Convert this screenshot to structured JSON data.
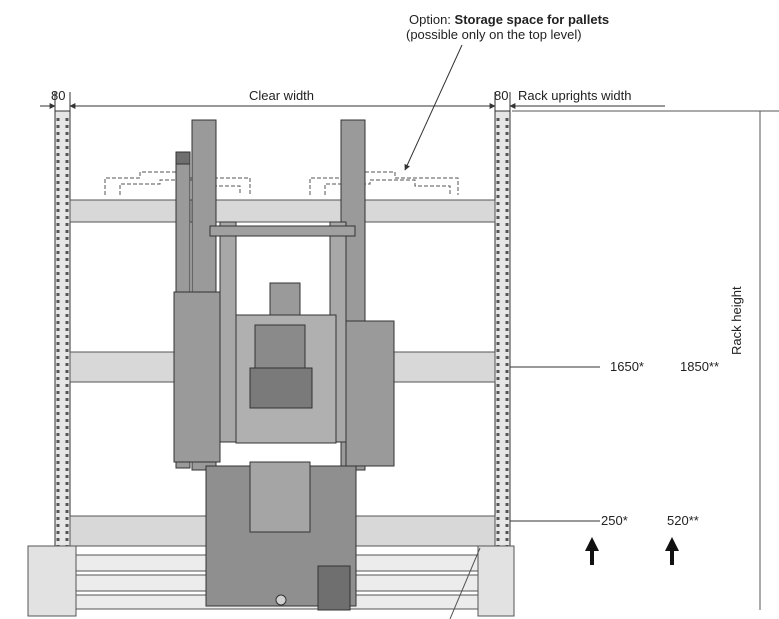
{
  "option": {
    "prefix": "Option:",
    "title": "Storage space for pallets",
    "subtitle": "(possible only on the top level)"
  },
  "dimensions": {
    "left_post": "80",
    "clear_width": "Clear width",
    "right_post": "80",
    "rack_uprights_width": "Rack uprights width",
    "rack_height": "Rack height",
    "mid_level_a": "1650*",
    "mid_level_b": "1850**",
    "bottom_level_a": "250*",
    "bottom_level_b": "520**"
  },
  "colors": {
    "machine_grey": "#9a9a9a",
    "machine_dark": "#6f6f6f",
    "rack_light": "#d9d9d9",
    "line": "#333333"
  },
  "icons": [
    "up-arrow-icon",
    "up-arrow-icon"
  ]
}
